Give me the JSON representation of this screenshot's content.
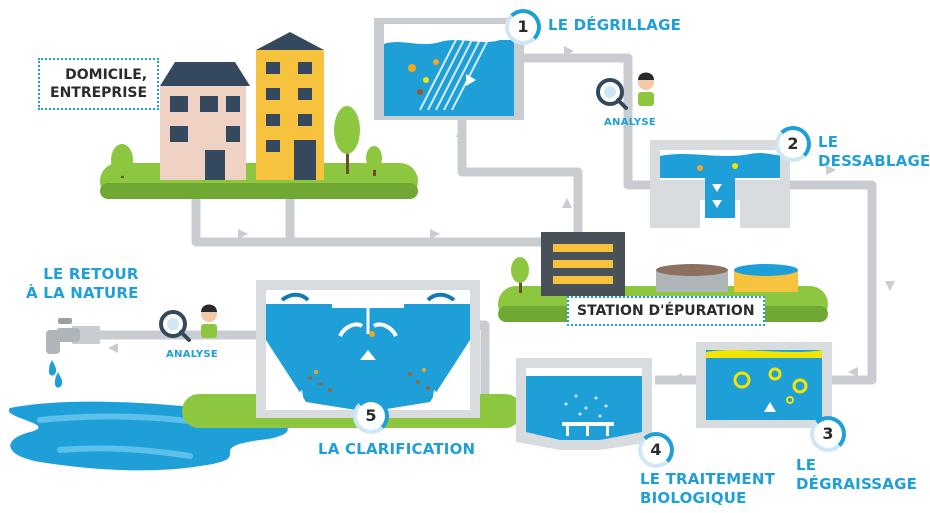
{
  "labels": {
    "domicile_line1": "DOMICILE,",
    "domicile_line2": "ENTREPRISE",
    "station": "STATION D'ÉPURATION",
    "retour_line1": "LE RETOUR",
    "retour_line2": "À LA NATURE",
    "analyse_top": "ANALYSE",
    "analyse_left": "ANALYSE"
  },
  "steps": [
    {
      "number": "1",
      "lines": [
        "LE DÉGRILLAGE"
      ]
    },
    {
      "number": "2",
      "lines": [
        "LE DESSABLAGE"
      ]
    },
    {
      "number": "3",
      "lines": [
        "LE DÉGRAISSAGE"
      ]
    },
    {
      "number": "4",
      "lines": [
        "LE TRAITEMENT",
        "BIOLOGIQUE"
      ]
    },
    {
      "number": "5",
      "lines": [
        "LA CLARIFICATION"
      ]
    }
  ],
  "colors": {
    "water": "#1f9fd8",
    "water_dark": "#1479b8",
    "pipe": "#c9ccd0",
    "tank": "#d9dcdf",
    "grass": "#8dc63f",
    "grass_dark": "#6fa832",
    "house": "#f0d2c4",
    "roof": "#34495e",
    "tower": "#f7c23d",
    "grease": "#f2e500"
  }
}
